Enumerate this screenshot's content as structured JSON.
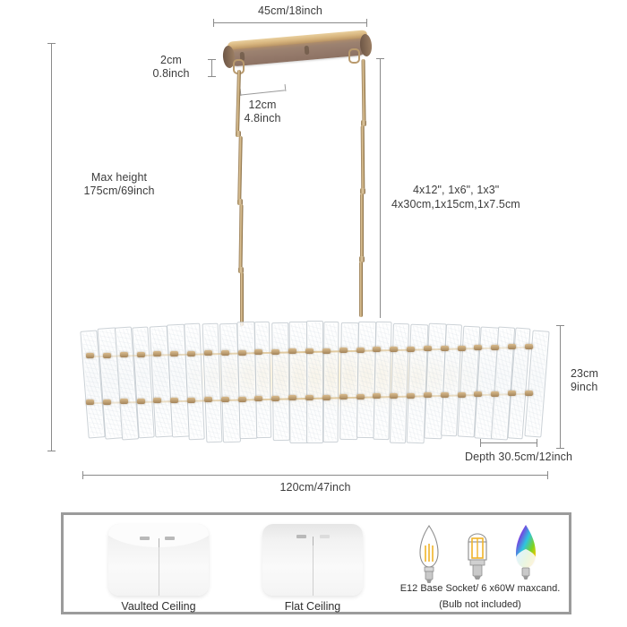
{
  "product": {
    "type": "linear-chandelier",
    "finish": "antique-brass",
    "shade": "seeded-glass-slats"
  },
  "dimensions": {
    "canopy_width": "45cm/18inch",
    "canopy_thickness_line1": "2cm",
    "canopy_thickness_line2": "0.8inch",
    "canopy_hole_spacing_line1": "12cm",
    "canopy_hole_spacing_line2": "4.8inch",
    "max_height_line1": "Max height",
    "max_height_line2": "175cm/69inch",
    "rods_inch": "4x12\", 1x6\", 1x3\"",
    "rods_cm": "4x30cm,1x15cm,1x7.5cm",
    "body_height_line1": "23cm",
    "body_height_line2": "9inch",
    "depth": "Depth 30.5cm/12inch",
    "width": "120cm/47inch"
  },
  "install_panel": {
    "ceilings": [
      {
        "label": "Vaulted Ceiling",
        "icon": "vaulted-ceiling-icon"
      },
      {
        "label": "Flat Ceiling",
        "icon": "flat-ceiling-icon"
      }
    ],
    "bulbs": {
      "icons": [
        "filament-candle-bulb-icon",
        "filament-tube-bulb-icon",
        "rgb-smart-bulb-icon"
      ],
      "socket_text": "E12 Base Socket/ 6 x60W  maxcand.",
      "note_text": "(Bulb not included)"
    }
  },
  "colors": {
    "brass_light": "#e0c79b",
    "brass_mid": "#b99465",
    "brass_dark": "#7e6742",
    "canopy_face": "#94796a",
    "dim_line": "#8a8a8a",
    "text": "#3c3c3c",
    "panel_border": "#9b9b9b",
    "glass": "#f3f6f8",
    "glow": "#fff1d6"
  }
}
